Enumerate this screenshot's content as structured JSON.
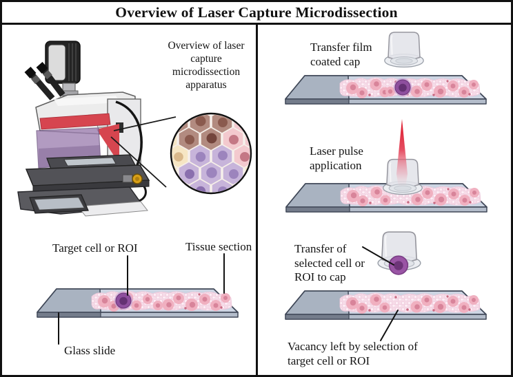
{
  "title": "Overview of Laser Capture Microdissection",
  "left_panel": {
    "apparatus_caption": "Overview of laser capture microdissection apparatus",
    "target_cell_label": "Target cell or ROI",
    "tissue_section_label": "Tissue section",
    "glass_slide_label": "Glass slide"
  },
  "right_panel": {
    "step1_caption": "Transfer film coated cap",
    "step2_caption": "Laser pulse application",
    "step3_caption": "Transfer of selected cell or ROI to cap",
    "step4_caption": "Vacancy left by selection of target cell or ROI"
  },
  "colors": {
    "border_black": "#111111",
    "slide_glass": "#cdd5e3",
    "slide_frosted_end": "#a9b3c1",
    "slide_outline": "#3e4656",
    "tissue_pink": "#f6dce8",
    "tissue_cell_pink": "#f0b0c0",
    "tissue_nucleus_pink": "#d8849a",
    "target_cell_purple": "#8e4f9e",
    "target_nucleus_purple": "#5f2d6e",
    "cap_grey": "#e3e4e9",
    "laser_red": "#dc0e20",
    "microscope_red": "#d6454f",
    "microscope_purple": "#9d7fb0",
    "inset_cell_brown": "#b28b80",
    "inset_cell_pink": "#f3c9ce",
    "inset_cell_cream": "#f6e6c4",
    "inset_cell_purple": "#c7b4da",
    "knob_yellow": "#d9a018"
  }
}
